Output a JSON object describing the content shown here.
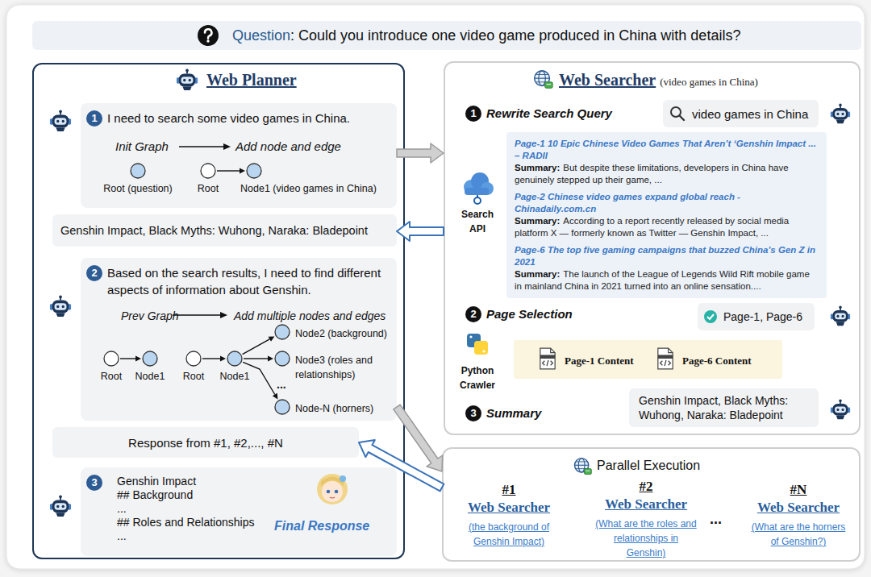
{
  "diagram": {
    "nodes": [
      {
        "text": [
          "Question",
          ": Could you introduce one video game produced in China with details?"
        ]
      },
      {
        "text": [
          "Web Planner"
        ]
      },
      {
        "text": [
          "1",
          "I need to search some video games in China.",
          "Init Graph",
          "Add node and edge"
        ],
        "in": 1
      },
      {
        "text": [
          "Root (question)"
        ],
        "in": 2
      },
      {
        "text": [
          "Root"
        ],
        "in": 2
      },
      {
        "text": [
          "Node1 (video games in China)"
        ],
        "in": 2
      },
      {
        "text": [
          "Genshin Impact, Black Myths: Wuhong, Naraka: Bladepoint"
        ],
        "in": 1
      },
      {
        "text": [
          "2",
          "Based on the search results, I need to find different aspects of information about Genshin.",
          "Prev Graph",
          "Add multiple nodes and edges",
          "..."
        ],
        "in": 1
      },
      {
        "text": [
          "Root"
        ],
        "in": 7
      },
      {
        "text": [
          "Node1"
        ],
        "in": 7
      },
      {
        "text": [
          "Root"
        ],
        "in": 7
      },
      {
        "text": [
          "Node1"
        ],
        "in": 7
      },
      {
        "text": [
          "Node2 (background)"
        ],
        "in": 7
      },
      {
        "text": [
          "Node3 (roles and relationships)"
        ],
        "in": 7
      },
      {
        "text": [
          "Node-N (horners)"
        ],
        "in": 7
      },
      {
        "text": [
          "Response from #1, #2,..., #N"
        ],
        "in": 1
      },
      {
        "text": [
          "3",
          "Genshin Impact",
          "## Background",
          "...",
          "## Roles and Relationships",
          "...",
          "Final Response"
        ],
        "in": 1
      },
      {
        "text": [
          "Web Searcher",
          "(video games in China)",
          "1",
          "Rewrite Search Query",
          "Search API",
          "2",
          "Page Selection",
          "Python Crawler",
          "3",
          "Summary"
        ]
      },
      {
        "text": [
          "video games in China"
        ],
        "in": 17
      },
      {
        "text": [
          "Page-1 10 Epic Chinese Video Games That Aren’t ‘Genshin Impact ... – RADII",
          "Summary:",
          "But despite these limitations, developers in China have genuinely stepped up their game, ...",
          "Page-2 Chinese video games expand global reach - Chinadaily.com.cn",
          "Summary:",
          "According to a report recently released by social media platform X — formerly known as Twitter — Genshin Impact, ...",
          "Page-6 The top five gaming campaigns that buzzed China’s Gen Z in 2021",
          "Summary:",
          "The launch of the League of Legends Wild Rift mobile game in mainland China in 2021 turned into an online sensation...."
        ],
        "in": 17
      },
      {
        "text": [
          "Page-1, Page-6"
        ],
        "in": 17
      },
      {
        "text": [
          "Page-1 Content",
          "Page-6 Content"
        ],
        "in": 17
      },
      {
        "text": [
          "Genshin Impact, Black Myths: Wuhong, Naraka: Bladepoint"
        ],
        "in": 17
      },
      {
        "text": [
          "Parallel Execution",
          "#1",
          "Web Searcher",
          "(the background of Genshin Impact)",
          "#2",
          "Web Searcher",
          "(What are the roles and relationships in Genshin)",
          "...",
          "#N",
          "Web Searcher",
          "(What are the horners of Genshin?)"
        ]
      }
    ],
    "edges": [
      {
        "from": 4,
        "to": 5,
        "arrow": "to"
      },
      {
        "from": 8,
        "to": 9,
        "arrow": "to"
      },
      {
        "from": 10,
        "to": 11,
        "arrow": "to"
      },
      {
        "from": 11,
        "to": 12,
        "arrow": "to"
      },
      {
        "from": 11,
        "to": 13,
        "arrow": "to"
      },
      {
        "from": 11,
        "to": 14,
        "arrow": "to"
      },
      {
        "from": 2,
        "to": 17,
        "arrow": "to"
      },
      {
        "from": 17,
        "to": 6,
        "arrow": "to"
      },
      {
        "from": 7,
        "to": 23,
        "arrow": "to"
      },
      {
        "from": 23,
        "to": 15,
        "arrow": "to"
      }
    ]
  }
}
